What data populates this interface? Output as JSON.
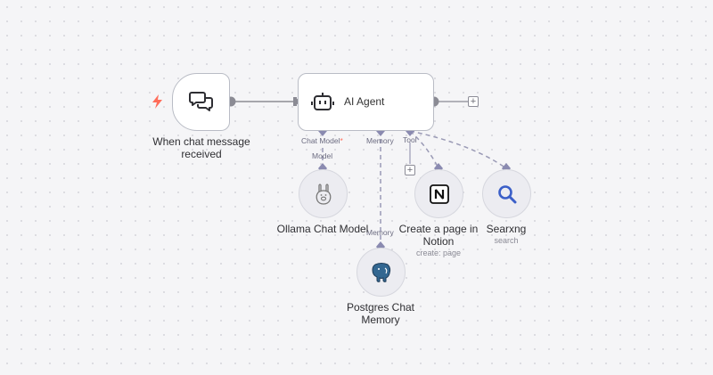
{
  "nodes": {
    "trigger": {
      "title": "When chat message received"
    },
    "agent": {
      "title": "AI Agent",
      "ports": {
        "chat_model": "Chat Model",
        "required_mark": "*",
        "memory": "Memory",
        "tool": "Tool"
      }
    },
    "ollama": {
      "title": "Ollama Chat Model",
      "port": "Model"
    },
    "postgres": {
      "title": "Postgres Chat Memory",
      "port": "Memory"
    },
    "notion": {
      "title": "Create a page in Notion",
      "subtitle": "create: page"
    },
    "searxng": {
      "title": "Searxng",
      "subtitle": "search"
    }
  },
  "plus_label": "+",
  "colors": {
    "port": "#8a8ab0",
    "connection": "#9a9ab5",
    "main_connection": "#8b8b94",
    "trigger_bolt": "#ff6d5a",
    "search": "#3b5fc8"
  },
  "icons": {
    "trigger": "chat-bubbles-icon",
    "agent": "robot-icon",
    "ollama": "llama-icon",
    "postgres": "postgres-elephant-icon",
    "notion": "notion-icon",
    "searxng": "magnifier-icon",
    "bolt": "lightning-bolt-icon"
  }
}
